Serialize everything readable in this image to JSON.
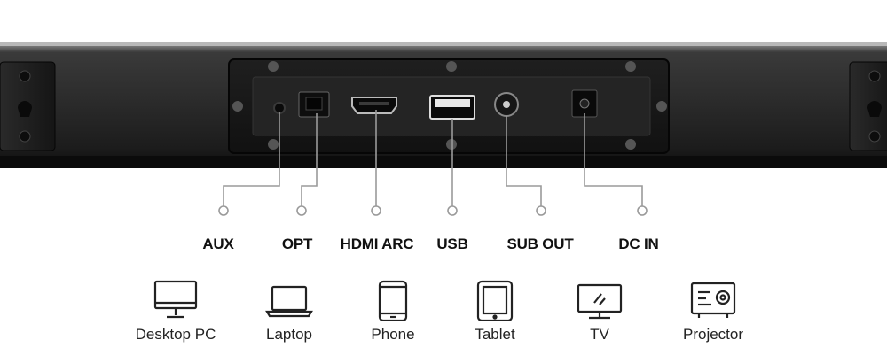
{
  "ports": [
    {
      "id": "aux",
      "label": "AUX"
    },
    {
      "id": "opt",
      "label": "OPT"
    },
    {
      "id": "hdmi-arc",
      "label": "HDMI ARC"
    },
    {
      "id": "usb",
      "label": "USB"
    },
    {
      "id": "sub-out",
      "label": "SUB OUT"
    },
    {
      "id": "dc-in",
      "label": "DC IN"
    }
  ],
  "devices": [
    {
      "id": "desktop-pc",
      "label": "Desktop PC",
      "icon": "desktop-pc-icon"
    },
    {
      "id": "laptop",
      "label": "Laptop",
      "icon": "laptop-icon"
    },
    {
      "id": "phone",
      "label": "Phone",
      "icon": "phone-icon"
    },
    {
      "id": "tablet",
      "label": "Tablet",
      "icon": "tablet-icon"
    },
    {
      "id": "tv",
      "label": "TV",
      "icon": "tv-icon"
    },
    {
      "id": "projector",
      "label": "Projector",
      "icon": "projector-icon"
    }
  ],
  "colors": {
    "bar": "#2b2b2b",
    "panel": "#1a1a1a",
    "line": "#9a9a9a",
    "text": "#111111"
  }
}
